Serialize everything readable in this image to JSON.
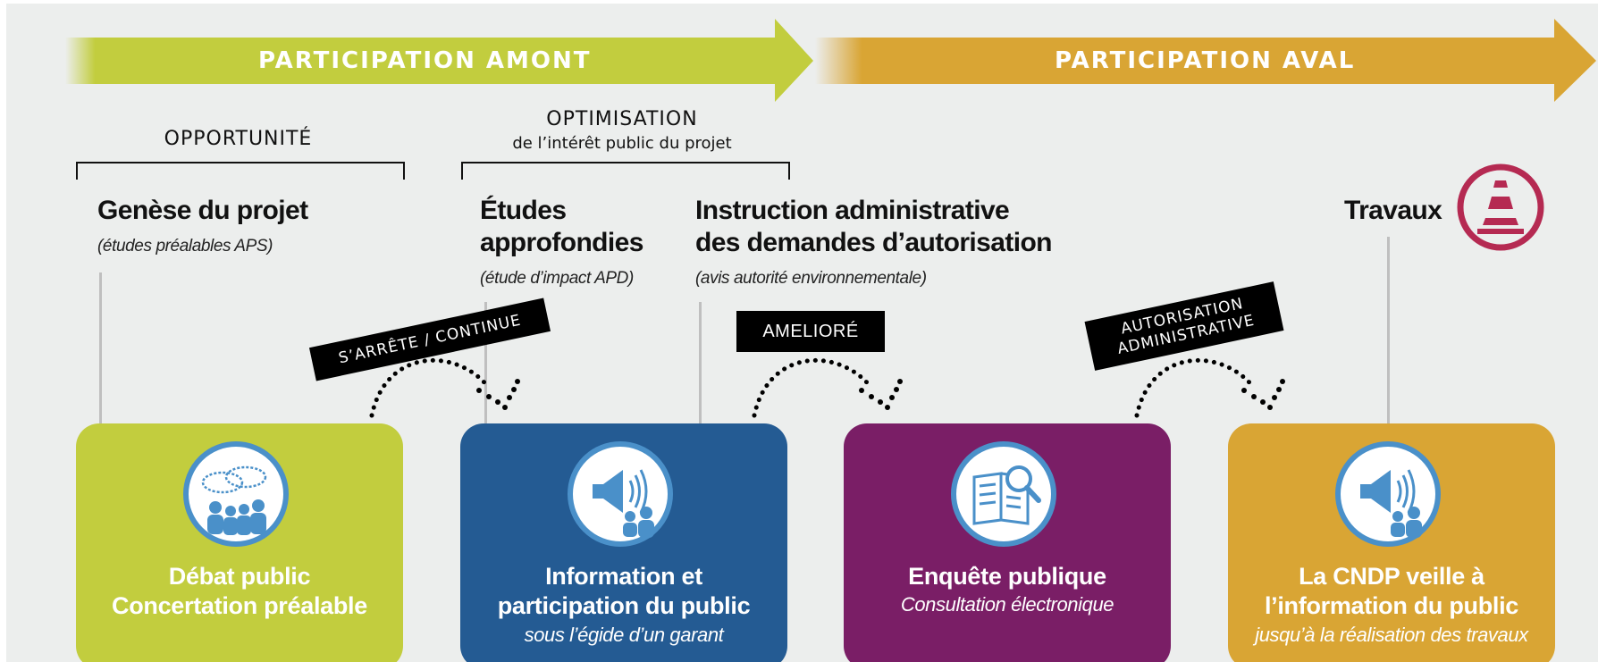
{
  "banners": {
    "amont": "PARTICIPATION AMONT",
    "aval": "PARTICIPATION AVAL"
  },
  "sections": {
    "opportunite": "OPPORTUNITÉ",
    "optimisation_title": "OPTIMISATION",
    "optimisation_sub": "de l’intérêt public du projet"
  },
  "steps": {
    "genese_title": "Genèse du projet",
    "genese_sub": "(études préalables APS)",
    "etudes_line1": "Études",
    "etudes_line2": "approfondies",
    "etudes_sub": "(étude d’impact APD)",
    "instruction_line1": "Instruction administrative",
    "instruction_line2": "des demandes d’autorisation",
    "instruction_sub": "(avis autorité environnementale)",
    "travaux": "Travaux"
  },
  "tags": {
    "arrete_continue": "S’ARRÊTE / CONTINUE",
    "ameliore": "AMELIORÉ",
    "autorisation_line1": "AUTORISATION",
    "autorisation_line2": "ADMINISTRATIVE"
  },
  "cards": {
    "debat_line1": "Débat public",
    "debat_line2": "Concertation préalable",
    "info_line1": "Information et",
    "info_line2": "participation du public",
    "info_sub": "sous l’égide d’un garant",
    "enquete_title": "Enquête publique",
    "enquete_sub": "Consultation électronique",
    "cndp_line1": "La CNDP veille à",
    "cndp_line2": "l’information du public",
    "cndp_sub": "jusqu’à la réalisation des travaux"
  },
  "icons": [
    "speech-bubbles-icon",
    "megaphone-icon",
    "document-search-icon",
    "megaphone-icon",
    "traffic-cone-icon"
  ],
  "colors": {
    "green": "#c2cd3e",
    "blue": "#245b93",
    "purple": "#7a1e66",
    "orange": "#d9a534",
    "icon_blue": "#4a90c9",
    "cone_red": "#b52a52"
  }
}
